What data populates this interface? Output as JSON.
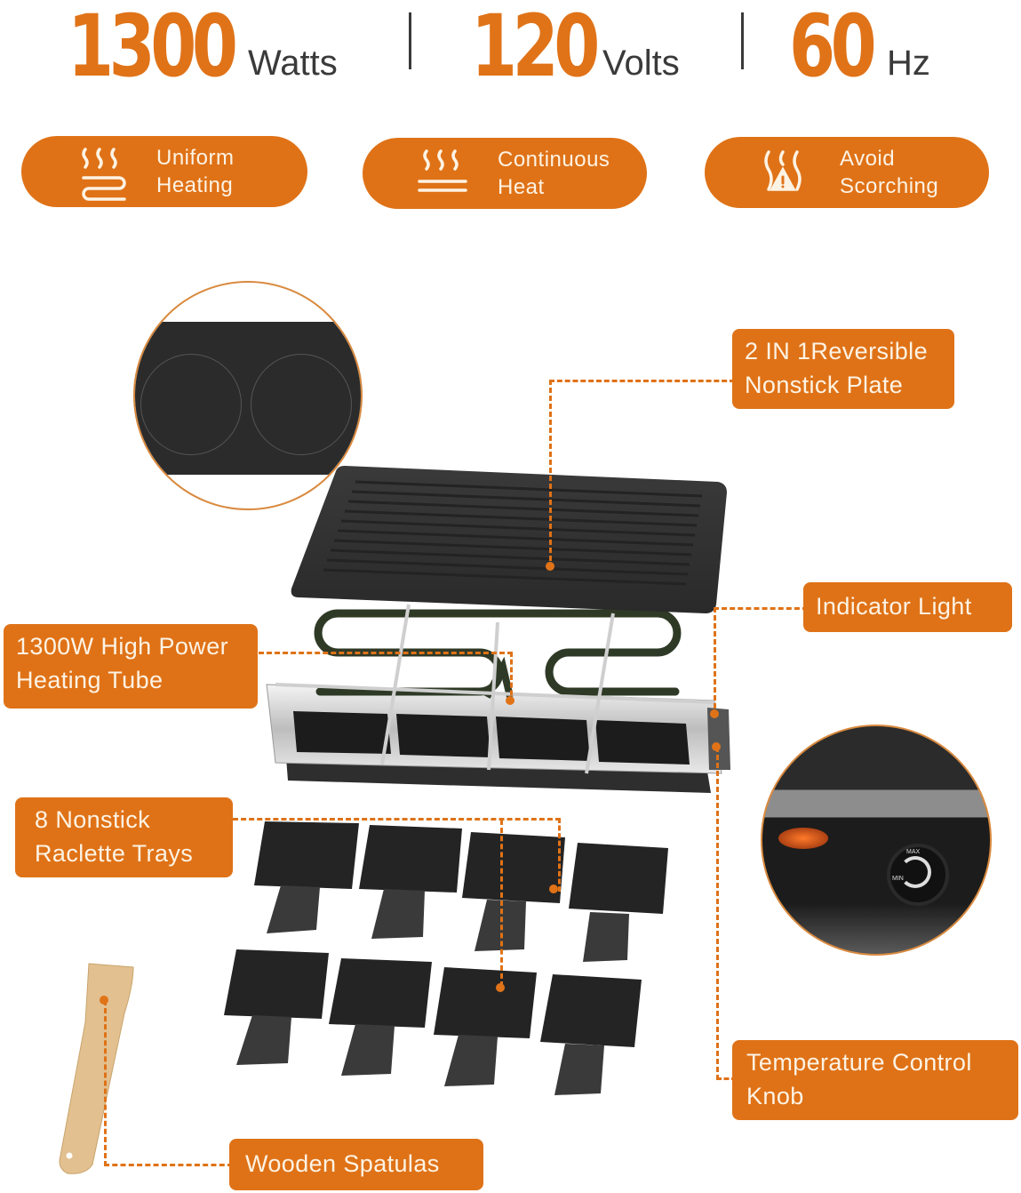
{
  "specs": [
    {
      "value": "1300",
      "unit": "Watts"
    },
    {
      "value": "120",
      "unit": "Volts"
    },
    {
      "value": "60",
      "unit": "Hz"
    }
  ],
  "features": [
    {
      "icon": "uniform-heating-icon",
      "line1": "Uniform",
      "line2": "Heating"
    },
    {
      "icon": "continuous-heat-icon",
      "line1": "Continuous",
      "line2": "Heat"
    },
    {
      "icon": "avoid-scorching-icon",
      "line1": "Avoid",
      "line2": "Scorching"
    }
  ],
  "callouts": {
    "reversible_plate": {
      "line1": "2 IN 1Reversible",
      "line2": "Nonstick Plate"
    },
    "indicator_light": {
      "line1": "Indicator Light"
    },
    "heating_tube": {
      "line1": "1300W High Power",
      "line2": "Heating Tube"
    },
    "raclette_trays": {
      "line1": "8 Nonstick",
      "line2": "Raclette Trays"
    },
    "temperature_knob": {
      "line1": "Temperature Control",
      "line2": "Knob"
    },
    "wooden_spatulas": {
      "line1": "Wooden Spatulas"
    }
  },
  "knob_labels": {
    "max": "MAX",
    "min": "MIN"
  },
  "colors": {
    "accent": "#df7217",
    "text_dark": "#3a3a3a",
    "callout_text": "#fdf3e4"
  }
}
